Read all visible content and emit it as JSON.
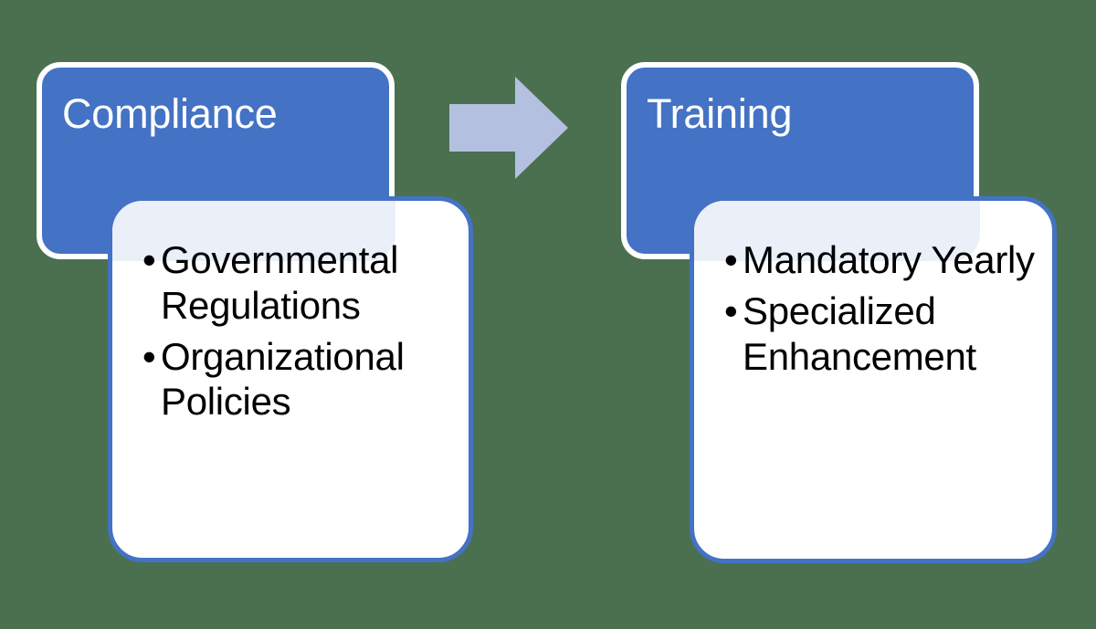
{
  "diagram": {
    "type": "process-flow",
    "title": "",
    "background_color": "#4a7050",
    "accent_color": "#4472C4",
    "arrow_color": "#B4C0E0",
    "card_tint_color": "#EAEFF8",
    "header_text_color": "#FFFFFF",
    "body_text_color": "#000000",
    "steps": [
      {
        "id": "compliance",
        "header": "Compliance",
        "bullets": [
          "Governmental Regulations",
          "Organizational Policies"
        ]
      },
      {
        "id": "training",
        "header": "Training",
        "bullets": [
          "Mandatory Yearly",
          "Specialized Enhancement"
        ]
      }
    ],
    "connector": {
      "icon": "right-arrow-icon",
      "direction": "right",
      "from": "compliance",
      "to": "training"
    }
  }
}
